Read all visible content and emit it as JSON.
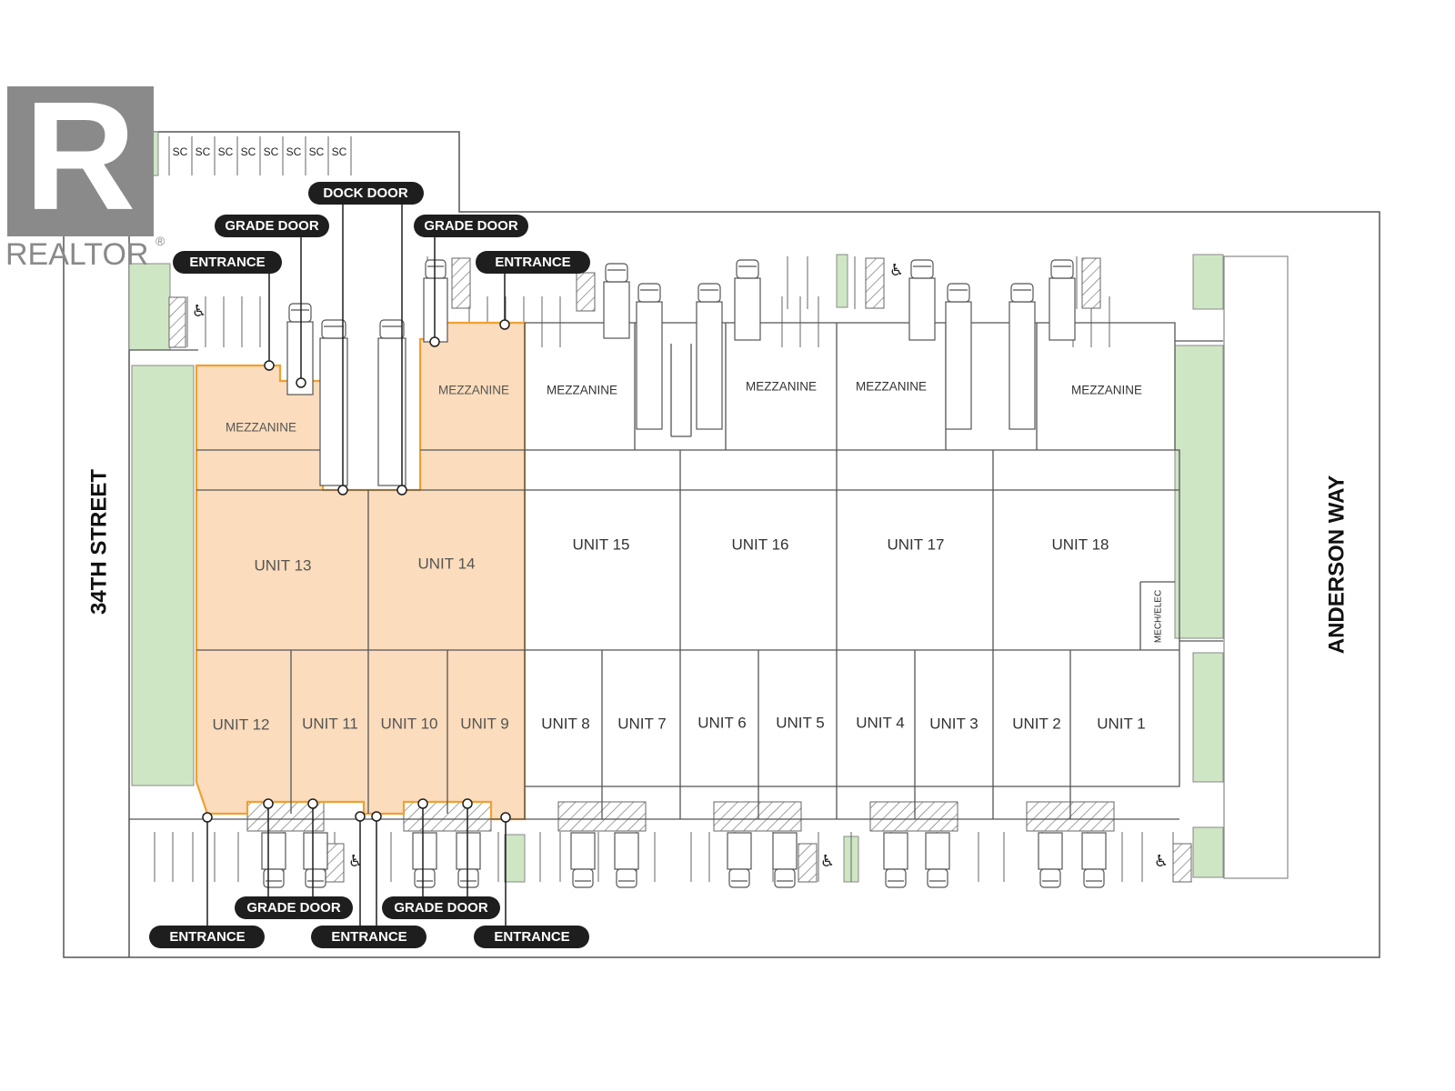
{
  "logo": {
    "letter": "R",
    "text": "REALTOR",
    "reg": "®"
  },
  "streets": {
    "left": "34TH STREET",
    "right": "ANDERSON WAY"
  },
  "colors": {
    "highlight": "#fbdcbc",
    "highlight_border": "#f0a030",
    "landscape": "#cfe6c4",
    "callout": "#1e1e1e",
    "line": "#555555"
  },
  "units": [
    {
      "id": "u13",
      "label": "UNIT 13",
      "highlighted": true
    },
    {
      "id": "u14",
      "label": "UNIT 14",
      "highlighted": true
    },
    {
      "id": "u15",
      "label": "UNIT 15",
      "highlighted": false
    },
    {
      "id": "u16",
      "label": "UNIT 16",
      "highlighted": false
    },
    {
      "id": "u17",
      "label": "UNIT 17",
      "highlighted": false
    },
    {
      "id": "u18",
      "label": "UNIT 18",
      "highlighted": false
    },
    {
      "id": "u12",
      "label": "UNIT 12",
      "highlighted": true
    },
    {
      "id": "u11",
      "label": "UNIT 11",
      "highlighted": true
    },
    {
      "id": "u10",
      "label": "UNIT 10",
      "highlighted": true
    },
    {
      "id": "u9",
      "label": "UNIT 9",
      "highlighted": true
    },
    {
      "id": "u8",
      "label": "UNIT 8",
      "highlighted": false
    },
    {
      "id": "u7",
      "label": "UNIT 7",
      "highlighted": false
    },
    {
      "id": "u6",
      "label": "UNIT 6",
      "highlighted": false
    },
    {
      "id": "u5",
      "label": "UNIT 5",
      "highlighted": false
    },
    {
      "id": "u4",
      "label": "UNIT 4",
      "highlighted": false
    },
    {
      "id": "u3",
      "label": "UNIT 3",
      "highlighted": false
    },
    {
      "id": "u2",
      "label": "UNIT 2",
      "highlighted": false
    },
    {
      "id": "u1",
      "label": "UNIT 1",
      "highlighted": false
    }
  ],
  "mezzanine_label": "MEZZANINE",
  "mech_label": "MECH/ELEC",
  "stall_label": "SC",
  "stall_count": 8,
  "callouts": {
    "entrance": "ENTRANCE",
    "grade_door": "GRADE DOOR",
    "dock_door": "DOCK DOOR"
  }
}
